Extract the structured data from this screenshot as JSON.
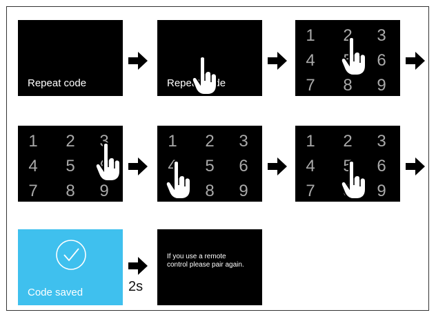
{
  "colors": {
    "screen_bg": "#000000",
    "digit": "#a9a9a9",
    "saved_bg": "#3fc0ee",
    "arrow": "#000000"
  },
  "steps": {
    "s1": {
      "label": "Repeat code"
    },
    "s2": {
      "label": "Repeat code"
    },
    "s3": {
      "keys": [
        "1",
        "2",
        "3",
        "4",
        "5",
        "6",
        "7",
        "8",
        "9"
      ]
    },
    "s4": {
      "keys": [
        "1",
        "2",
        "3",
        "4",
        "5",
        "6",
        "7",
        "8",
        "9"
      ]
    },
    "s5": {
      "keys": [
        "1",
        "2",
        "3",
        "4",
        "5",
        "6",
        "7",
        "8",
        "9"
      ]
    },
    "s6": {
      "keys": [
        "1",
        "2",
        "3",
        "4",
        "5",
        "6",
        "7",
        "8",
        "9"
      ]
    },
    "s7": {
      "label": "Code saved",
      "icon": "checkmark-circle-icon"
    },
    "s8": {
      "message_line1": "If you use a remote",
      "message_line2": "control please pair again."
    }
  },
  "transition": {
    "delay_label": "2s"
  },
  "icons": {
    "arrow": "arrow-right-icon",
    "hand": "pointing-hand-icon"
  }
}
